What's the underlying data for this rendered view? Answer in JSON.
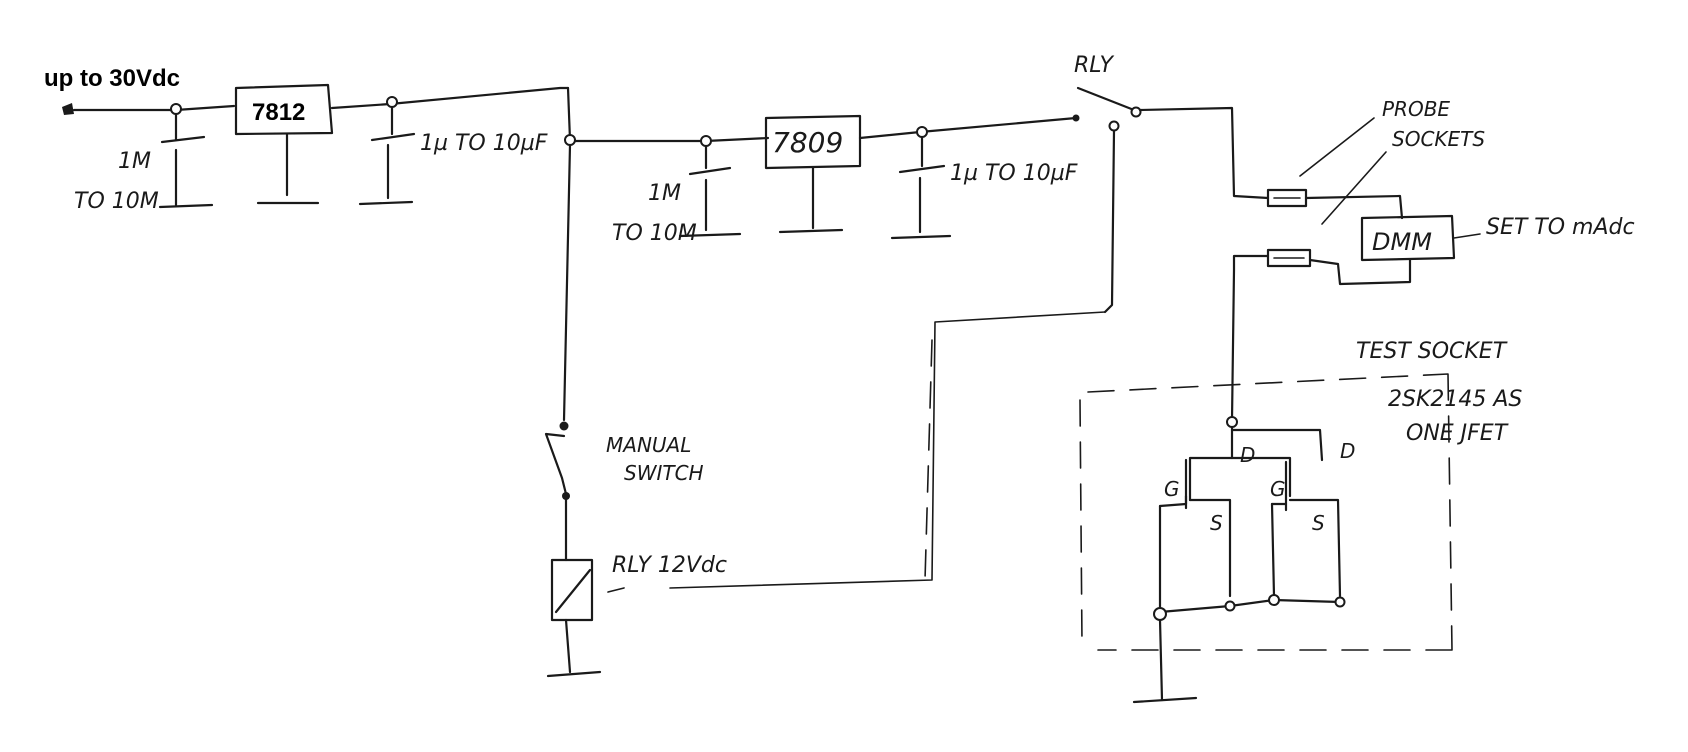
{
  "input": {
    "label": "up to 30Vdc"
  },
  "regulators": {
    "first": "7812",
    "second": "7809"
  },
  "capacitors": {
    "in_a_top": "1M",
    "in_a_bottom": "TO 10M",
    "out_a": "1µ TO 10µF",
    "in_b_top": "1M",
    "in_b_bottom": "TO 10M",
    "out_b": "1µ TO 10µF"
  },
  "relay": {
    "contact_label": "RLY",
    "coil_label": "RLY 12Vdc"
  },
  "switch": {
    "line1": "MANUAL",
    "line2": "SWITCH"
  },
  "probe": {
    "line1": "PROBE",
    "line2": "SOCKETS"
  },
  "meter": {
    "box": "DMM",
    "note": "SET TO mAdc"
  },
  "test_socket": {
    "title": "TEST SOCKET",
    "line1": "2SK2145 AS",
    "line2": "ONE JFET",
    "pin_d": "D",
    "pin_g": "G",
    "pin_s": "S"
  }
}
